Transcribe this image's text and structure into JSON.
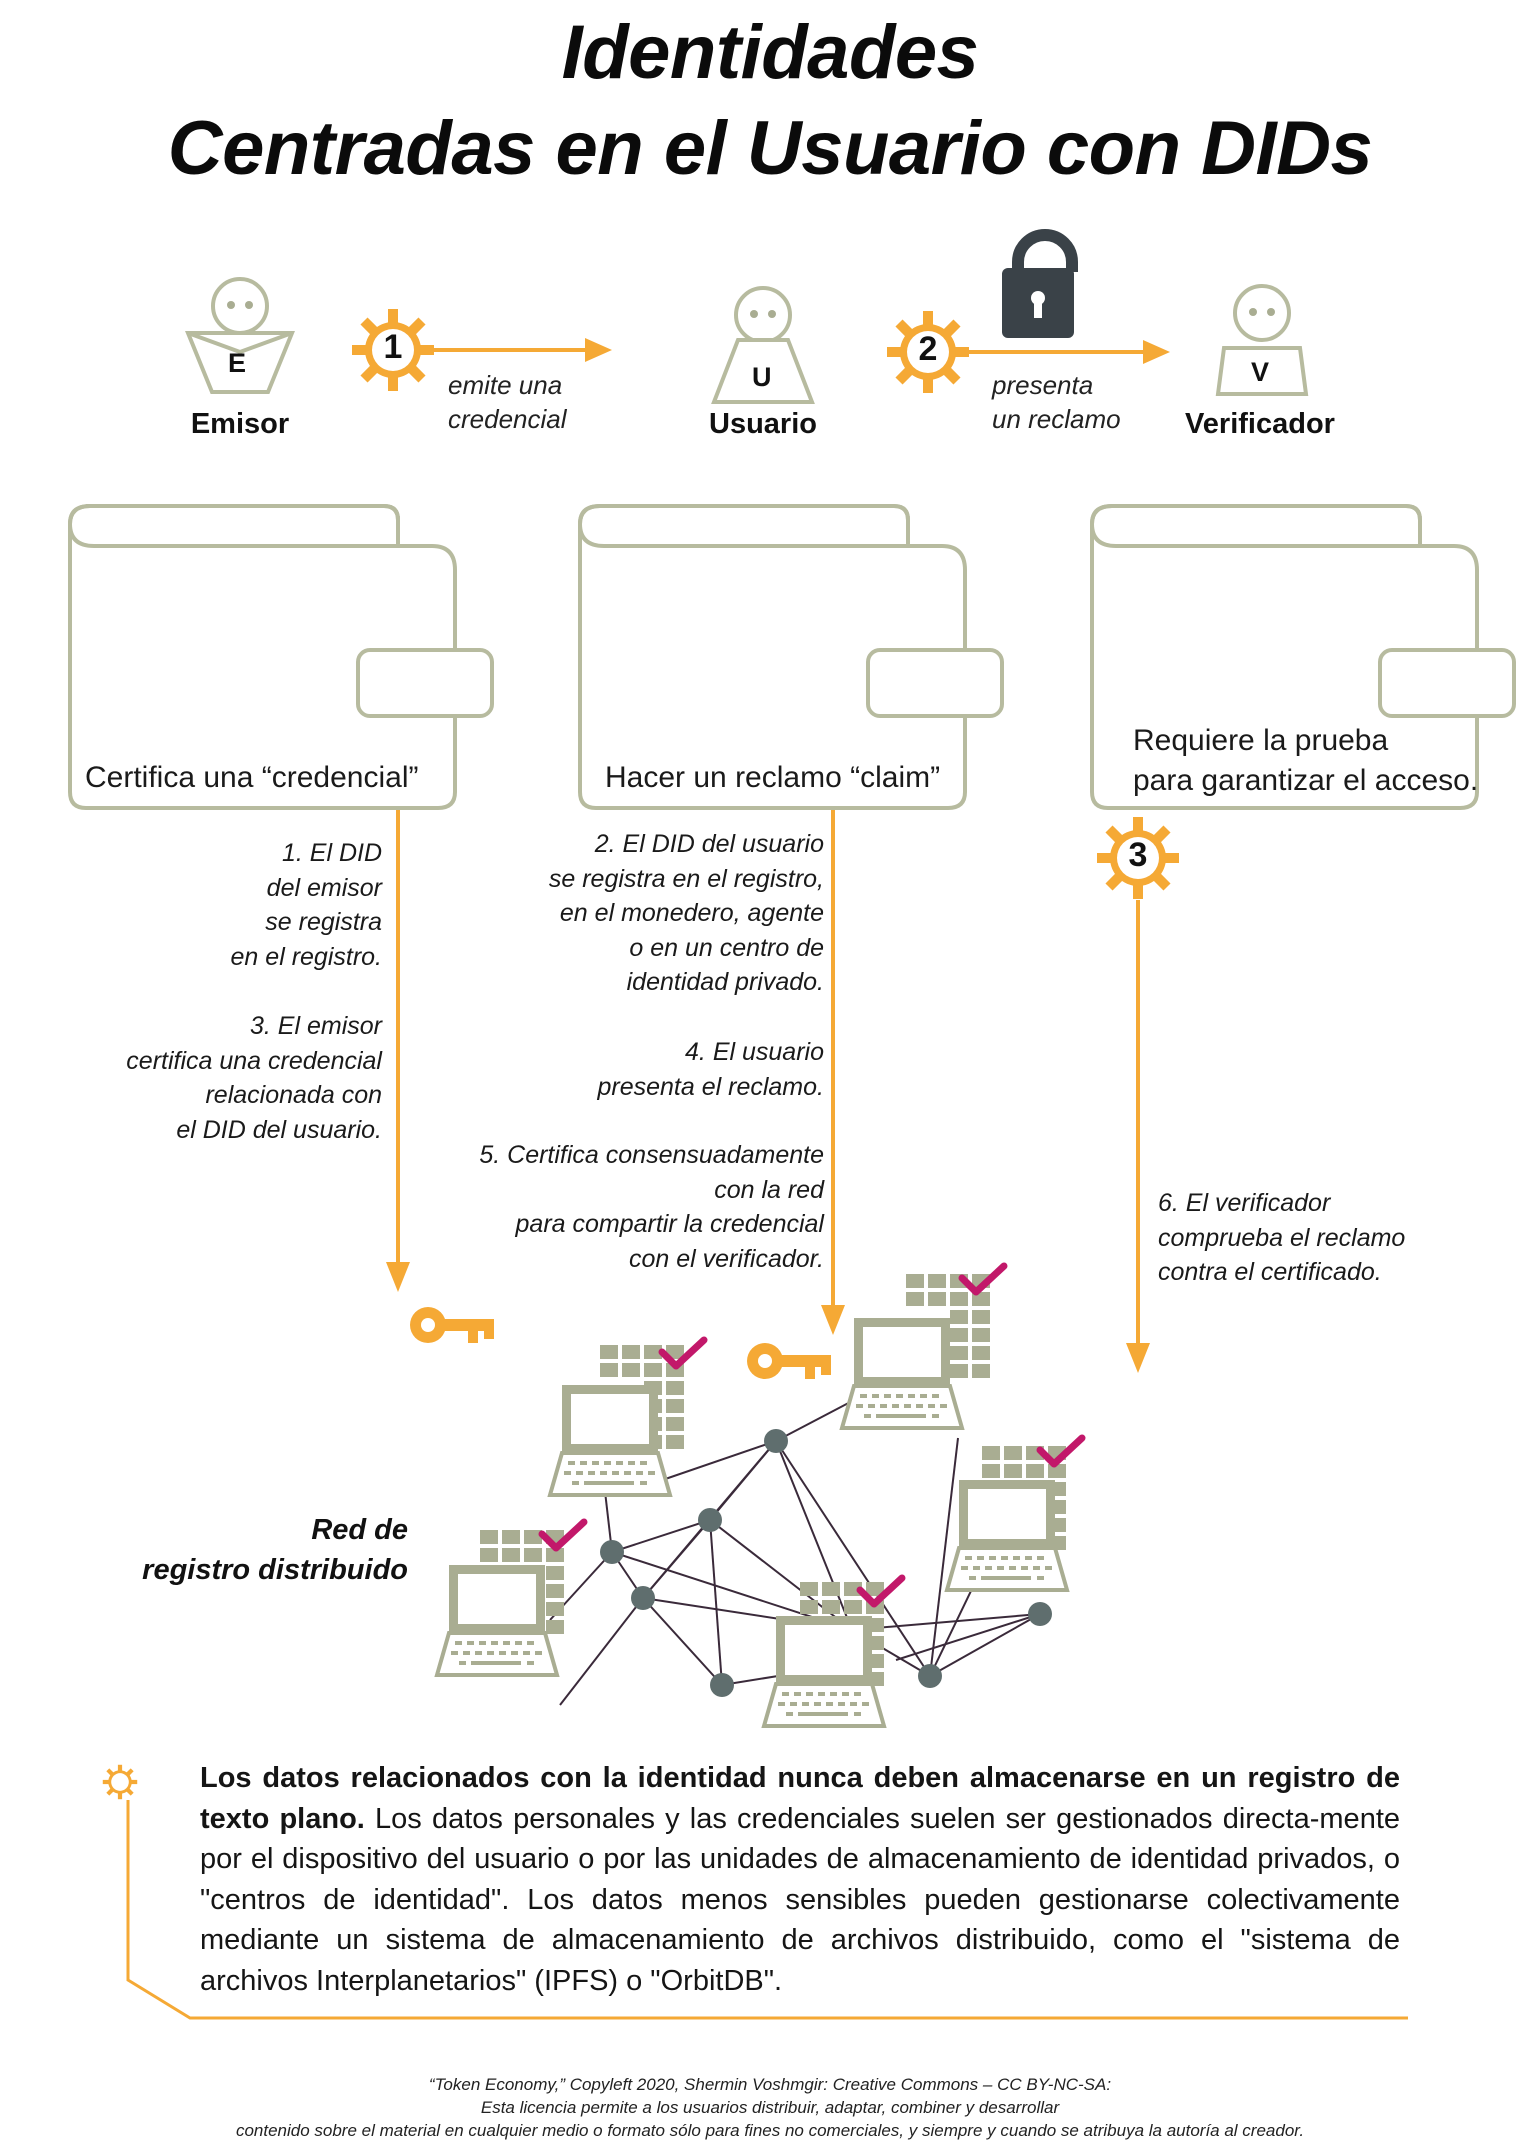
{
  "title": {
    "line1": "Identidades",
    "line2": "Centradas en el Usuario con DIDs"
  },
  "roles": {
    "issuer": {
      "letter": "E",
      "label": "Emisor"
    },
    "user": {
      "letter": "U",
      "label": "Usuario"
    },
    "verifier": {
      "letter": "V",
      "label": "Verificador"
    }
  },
  "steps": {
    "step1": {
      "number": "1",
      "caption_line1": "emite una",
      "caption_line2": "credencial"
    },
    "step2": {
      "number": "2",
      "caption_line1": "presenta",
      "caption_line2": "un reclamo"
    },
    "step3": {
      "number": "3"
    }
  },
  "wallets": {
    "issuer": {
      "text": "Certifica una “credencial”"
    },
    "user": {
      "text": "Hacer un reclamo “claim”"
    },
    "verifier": {
      "line1": "Requiere la prueba",
      "line2": "para garantizar el acceso."
    }
  },
  "notes": {
    "n1": [
      "1. El DID",
      "del  emisor",
      "se registra",
      "en el registro."
    ],
    "n3": [
      "3.  El emisor",
      "certifica una credencial",
      "relacionada con",
      "el DID del usuario."
    ],
    "n2": [
      "2.  El DID del usuario",
      "se registra en el registro,",
      "en el monedero, agente",
      "o en  un centro de",
      "identidad privado."
    ],
    "n4": [
      "4. El usuario",
      "presenta el reclamo."
    ],
    "n5": [
      "5. Certifica consensuadamente",
      "con la red",
      "para compartir la credencial",
      "con el verificador."
    ],
    "n6": [
      "6. El verificador",
      "comprueba el reclamo",
      "contra el certificado."
    ]
  },
  "network": {
    "label_line1": "Red de",
    "label_line2": "registro distribuido"
  },
  "info": {
    "bold": "Los datos relacionados con la identidad nunca deben almacenarse en un registro de texto plano.",
    "rest": " Los datos personales y las credenciales suelen ser gestionados directa-mente por el dispositivo del usuario o por las unidades de almacenamiento de identidad privados, o \"centros de identidad\". Los datos menos sensibles pueden gestionarse colectivamente mediante un sistema de almacenamiento de archivos distribuido, como el \"sistema de archivos Interplanetarios\" (IPFS) o \"OrbitDB\"."
  },
  "footer": {
    "line1": "“Token Economy,” Copyleft 2020, Shermin Voshmgir: Creative Commons – CC BY-NC-SA:",
    "line2": "Esta licencia permite a los usuarios distribuir, adaptar, combiner y desarrollar",
    "line3": "contenido sobre el material en cualquier medio o formato sólo para fines no comerciales, y siempre y cuando se atribuya la autoría al creador."
  },
  "colors": {
    "accent_orange": "#f5a935",
    "outline_green": "#b7bb9f",
    "fill_green": "#a9ad92",
    "node_gray": "#5f6e6e",
    "check_magenta": "#c2186a",
    "network_line": "#3a2a3a",
    "lock_dark": "#3a4248"
  }
}
